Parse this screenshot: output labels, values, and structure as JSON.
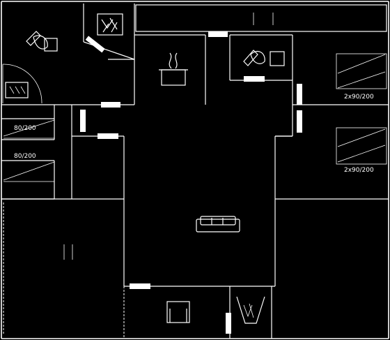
{
  "labels": {
    "bed_single_1": "80/200",
    "bed_single_2": "80/200",
    "bed_double_1": "2x90/200",
    "bed_double_2": "2x90/200"
  },
  "icons": {
    "toilet": "toilet-icon",
    "sink": "sink-icon",
    "shower": "shower-icon",
    "stove": "stove-icon",
    "sofa": "sofa-icon",
    "table": "table-icon",
    "fireplace": "fireplace-icon"
  },
  "colors": {
    "background": "#000000",
    "lines": "#ffffff"
  }
}
